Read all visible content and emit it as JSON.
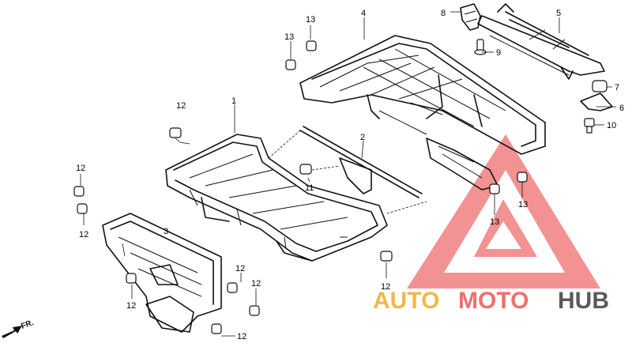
{
  "diagram": {
    "callouts": {
      "c1": "1",
      "c2": "2",
      "c3": "3",
      "c4": "4",
      "c5": "5",
      "c6": "6",
      "c7": "7",
      "c8": "8",
      "c9": "9",
      "c10": "10",
      "c11": "11",
      "c12a": "12",
      "c12b": "12",
      "c12c": "12",
      "c12d": "12",
      "c12e": "12",
      "c12f": "12",
      "c12g": "12",
      "c12h": "12",
      "c13a": "13",
      "c13b": "13",
      "c13c": "13",
      "c13d": "13"
    },
    "direction_label": "FR."
  },
  "watermark": {
    "part1": "AUTO",
    "part2": "MOTO",
    "part3": "HUB",
    "colors": {
      "auto": "#f2b74a",
      "moto": "#ee6f6f",
      "hub": "#5a5a5a"
    }
  }
}
